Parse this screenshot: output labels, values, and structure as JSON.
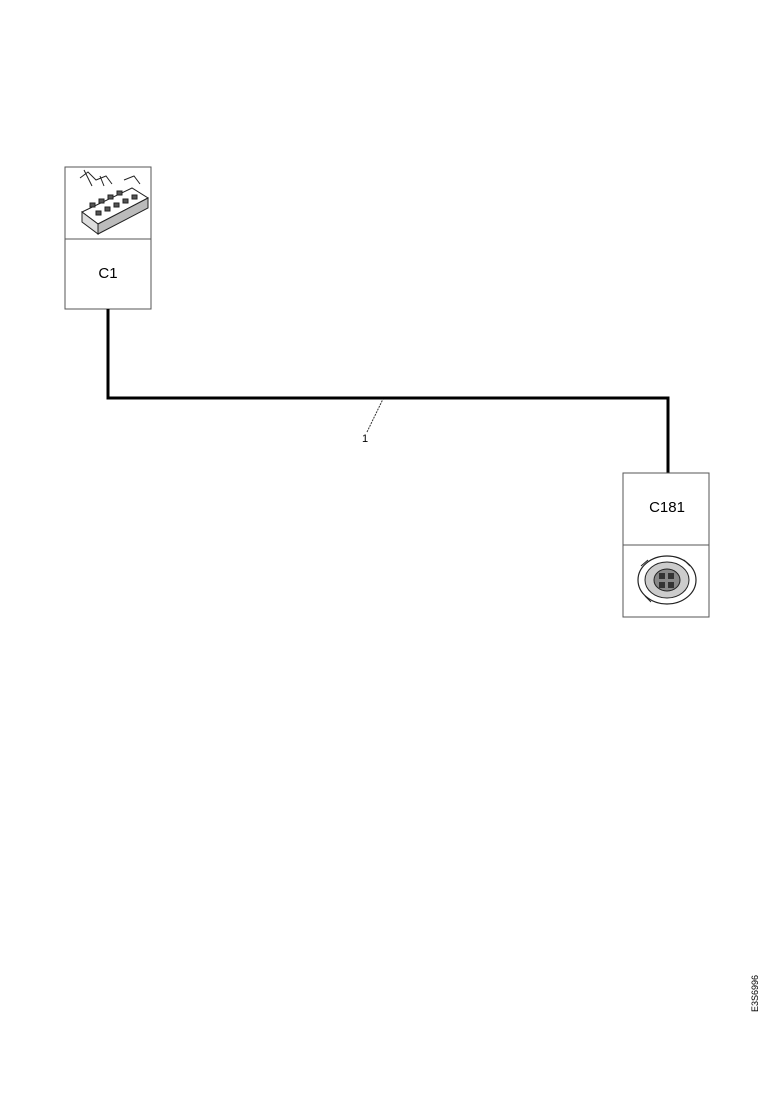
{
  "connectors": [
    {
      "id": "C1",
      "label": "C1",
      "icon": "multi-pin-connector-block-icon"
    },
    {
      "id": "C181",
      "label": "C181",
      "icon": "round-connector-icon"
    }
  ],
  "wire": {
    "reference": "1"
  },
  "document": {
    "figure_id": "E3S6996"
  }
}
